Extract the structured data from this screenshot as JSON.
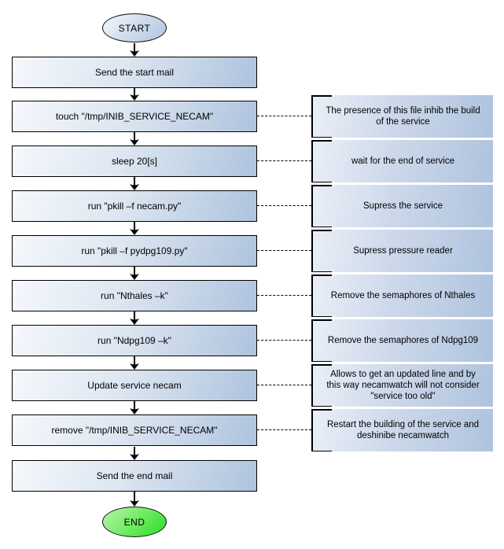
{
  "flowchart": {
    "start_label": "START",
    "end_label": "END",
    "steps": [
      {
        "label": "Send the start mail"
      },
      {
        "label": "touch \"/tmp/INIB_SERVICE_NECAM\"",
        "note": "The presence of this file inhib the build of the service"
      },
      {
        "label": "sleep 20[s]",
        "note": "wait for the end of service"
      },
      {
        "label": "run \"pkill –f necam.py\"",
        "note": "Supress the service"
      },
      {
        "label": "run \"pkill –f pydpg109.py\"",
        "note": "Supress pressure reader"
      },
      {
        "label": "run \"Nthales –k\"",
        "note": "Remove the semaphores of Nthales"
      },
      {
        "label": "run \"Ndpg109 –k\"",
        "note": "Remove the semaphores of Ndpg109"
      },
      {
        "label": "Update service necam",
        "note": "Allows to get an updated line and by this way necamwatch will not consider \"service too old\""
      },
      {
        "label": "remove \"/tmp/INIB_SERVICE_NECAM\"",
        "note": "Restart the building of the service and deshinibe necamwatch"
      },
      {
        "label": "Send the end mail"
      }
    ],
    "palette": {
      "box_gradient_light": "#f5f8fc",
      "box_gradient_dark": "#aec3de",
      "note_gradient_light": "#eaeff7",
      "note_gradient_dark": "#aec3de",
      "end_gradient_light": "#bdf5ac",
      "end_gradient_dark": "#2bdc2b",
      "stroke": "#000000",
      "background": "#ffffff"
    }
  }
}
